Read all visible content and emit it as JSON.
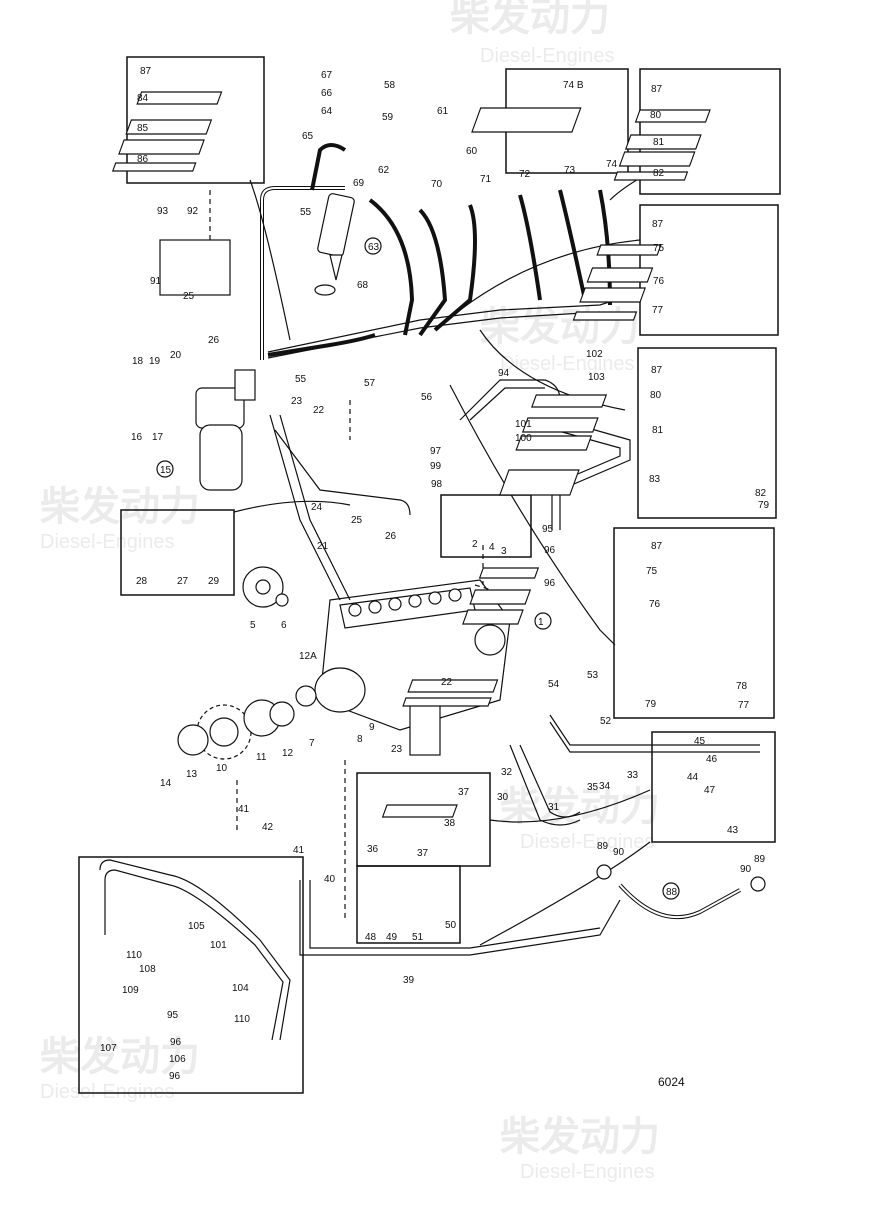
{
  "watermark": {
    "brand": "柴发动力",
    "sub": "Diesel-Engines"
  },
  "figure_number": "6024",
  "labels": [
    "87",
    "84",
    "85",
    "86",
    "67",
    "66",
    "64",
    "65",
    "58",
    "59",
    "61",
    "60",
    "62",
    "55",
    "63",
    "68",
    "69",
    "70",
    "71",
    "72",
    "73",
    "74",
    "74 B",
    "87",
    "80",
    "81",
    "82",
    "87",
    "75",
    "76",
    "77",
    "93",
    "92",
    "91",
    "25",
    "26",
    "18",
    "19",
    "20",
    "16",
    "17",
    "15",
    "55",
    "57",
    "23",
    "22",
    "56",
    "94",
    "102",
    "103",
    "101",
    "100",
    "97",
    "99",
    "98",
    "2",
    "4",
    "3",
    "95",
    "96",
    "96",
    "1",
    "87",
    "80",
    "81",
    "83",
    "82",
    "79",
    "87",
    "75",
    "76",
    "78",
    "79",
    "77",
    "24",
    "25",
    "26",
    "21",
    "28",
    "27",
    "29",
    "5",
    "6",
    "12A",
    "22",
    "8",
    "9",
    "7",
    "12",
    "11",
    "10",
    "13",
    "14",
    "23",
    "53",
    "54",
    "52",
    "45",
    "46",
    "44",
    "47",
    "43",
    "32",
    "31",
    "30",
    "33",
    "34",
    "35",
    "37",
    "38",
    "36",
    "37",
    "89",
    "90",
    "88",
    "90",
    "89",
    "41",
    "42",
    "41",
    "40",
    "48",
    "49",
    "51",
    "50",
    "39",
    "105",
    "101",
    "110",
    "108",
    "109",
    "104",
    "95",
    "110",
    "107",
    "96",
    "106",
    "96"
  ]
}
